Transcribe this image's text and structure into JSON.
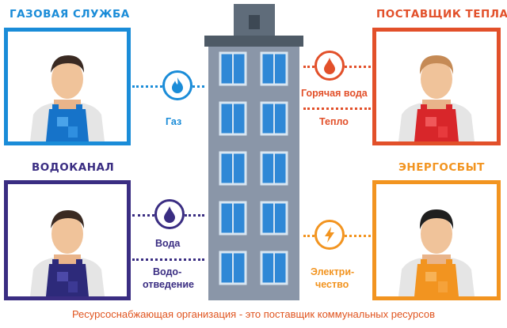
{
  "services": {
    "gas": {
      "title": "ГАЗОВАЯ СЛУЖБА",
      "color": "#1a8cd8",
      "resources": [
        "Газ"
      ],
      "icon": "flame-icon"
    },
    "heat": {
      "title": "ПОСТАВЩИК ТЕПЛА",
      "color": "#e2502a",
      "resources": [
        "Горячая вода",
        "Тепло"
      ],
      "icon": "drop-icon"
    },
    "water": {
      "title": "ВОДОКАНАЛ",
      "color": "#3a2d82",
      "resources": [
        "Вода",
        "Водо-",
        "отведение"
      ],
      "icon": "water-drop-icon"
    },
    "power": {
      "title": "ЭНЕРГОСБЫТ",
      "color": "#f29420",
      "resources": [
        "Электри-",
        "чество"
      ],
      "icon": "lightning-icon"
    }
  },
  "caption": "Ресурсоснабжающая организация - это поставщик коммунальных ресурсов"
}
